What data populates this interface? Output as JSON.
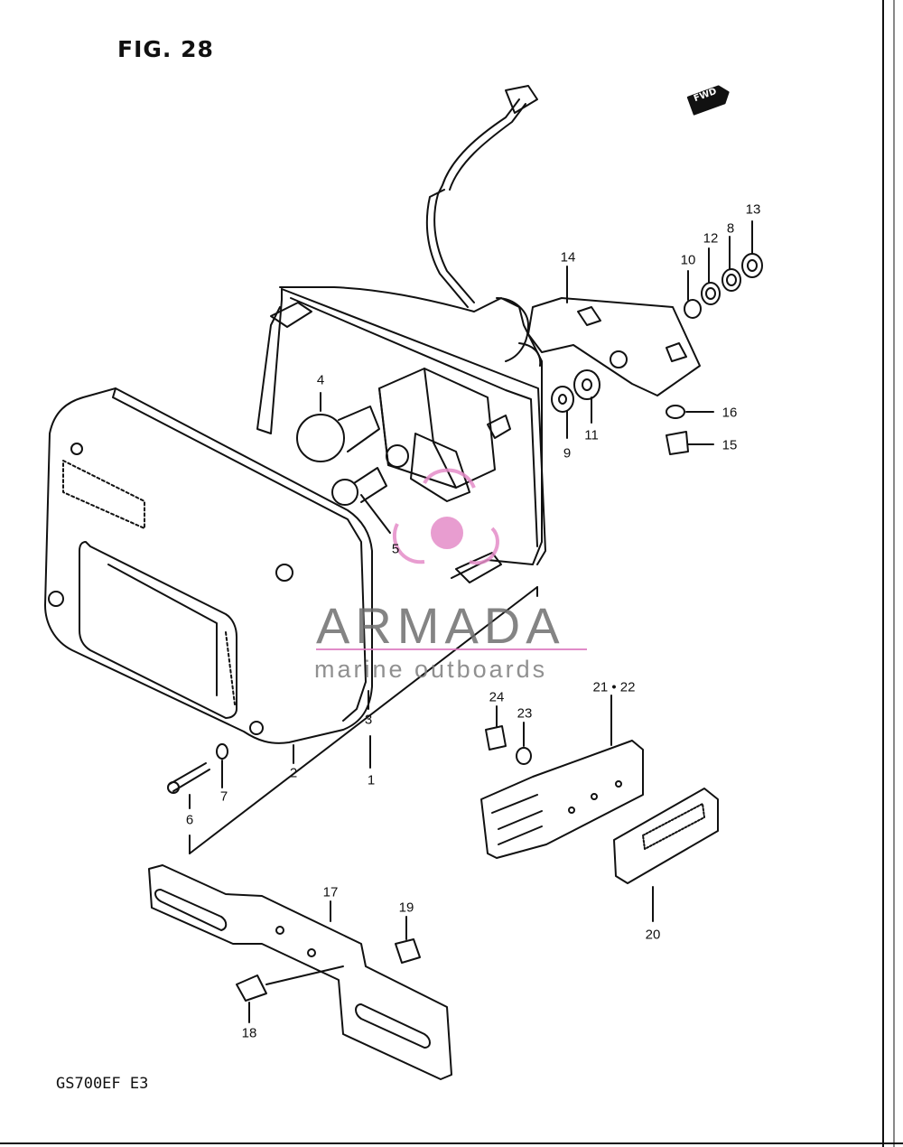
{
  "figure": {
    "title": "FIG. 28",
    "model": "GS700EF  E3",
    "direction_tag": "FWD"
  },
  "watermark": {
    "name": "ARMADA",
    "tagline": "marine outboards",
    "accent": "#e58cc8"
  },
  "callouts": [
    {
      "id": "1",
      "label": "1"
    },
    {
      "id": "2",
      "label": "2"
    },
    {
      "id": "3",
      "label": "3"
    },
    {
      "id": "4",
      "label": "4"
    },
    {
      "id": "5",
      "label": "5"
    },
    {
      "id": "6",
      "label": "6"
    },
    {
      "id": "7",
      "label": "7"
    },
    {
      "id": "8",
      "label": "8"
    },
    {
      "id": "9",
      "label": "9"
    },
    {
      "id": "10",
      "label": "10"
    },
    {
      "id": "11",
      "label": "11"
    },
    {
      "id": "12",
      "label": "12"
    },
    {
      "id": "13",
      "label": "13"
    },
    {
      "id": "14",
      "label": "14"
    },
    {
      "id": "15",
      "label": "15"
    },
    {
      "id": "16",
      "label": "16"
    },
    {
      "id": "17",
      "label": "17"
    },
    {
      "id": "18",
      "label": "18"
    },
    {
      "id": "19",
      "label": "19"
    },
    {
      "id": "20",
      "label": "20"
    },
    {
      "id": "21-22",
      "label": "21 • 22"
    },
    {
      "id": "23",
      "label": "23"
    },
    {
      "id": "24",
      "label": "24"
    }
  ]
}
